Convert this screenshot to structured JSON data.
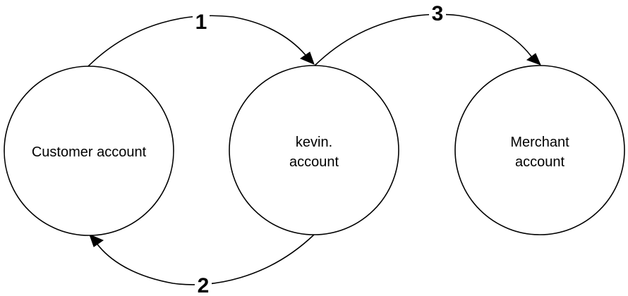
{
  "diagram": {
    "nodes": [
      {
        "id": "customer",
        "label_lines": [
          "Customer account"
        ]
      },
      {
        "id": "kevin",
        "label_lines": [
          "kevin.",
          "account"
        ]
      },
      {
        "id": "merchant",
        "label_lines": [
          "Merchant",
          "account"
        ]
      }
    ],
    "edges": [
      {
        "id": "e1",
        "from": "customer",
        "to": "kevin",
        "label": "1"
      },
      {
        "id": "e2",
        "from": "kevin",
        "to": "customer",
        "label": "2"
      },
      {
        "id": "e3",
        "from": "kevin",
        "to": "merchant",
        "label": "3"
      }
    ],
    "colors": {
      "stroke": "#000000",
      "fill": "#ffffff",
      "text": "#000000"
    }
  }
}
